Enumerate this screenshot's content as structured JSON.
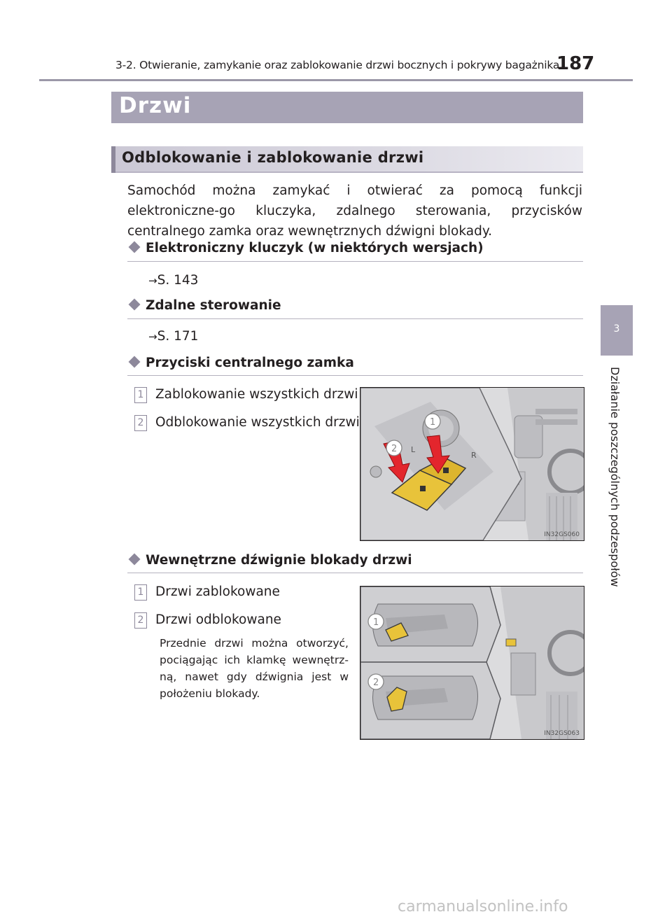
{
  "header": {
    "chapter_title": "3-2. Otwieranie, zamykanie oraz zablokowanie drzwi bocznych i pokrywy bagażnika",
    "page_number": "187"
  },
  "section": {
    "title": "Drzwi"
  },
  "subsection": {
    "title": "Odblokowanie i zablokowanie drzwi"
  },
  "intro": "Samochód można zamykać i otwierać za pomocą funkcji elektroniczne-go kluczyka, zdalnego sterowania, przycisków centralnego zamka oraz wewnętrznych dźwigni blokady.",
  "items": [
    {
      "title": "Elektroniczny kluczyk (w niektórych wersjach)",
      "ref": "S. 143"
    },
    {
      "title": "Zdalne sterowanie",
      "ref": "S. 171"
    },
    {
      "title": "Przyciski centralnego zamka",
      "entries": [
        {
          "num": "1",
          "text": "Zablokowanie wszystkich drzwi"
        },
        {
          "num": "2",
          "text": "Odblokowanie wszystkich drzwi"
        }
      ],
      "figure_code": "IN32GS060"
    },
    {
      "title": "Wewnętrzne dźwignie blokady drzwi",
      "entries": [
        {
          "num": "1",
          "text": "Drzwi zablokowane"
        },
        {
          "num": "2",
          "text": "Drzwi odblokowane"
        }
      ],
      "note": "Przednie drzwi można otworzyć, pociągając ich klamkę wewnętrz-ną, nawet gdy dźwignia jest w położeniu blokady.",
      "figure_code": "IN32GS063"
    }
  ],
  "side_tab": {
    "number": "3",
    "text": "Działanie poszczególnych podzespołów"
  },
  "figure1_labels": {
    "lock": "1",
    "unlock": "2",
    "left": "L",
    "right": "R"
  },
  "figure2_labels": {
    "locked": "1",
    "unlocked": "2"
  },
  "watermark": "carmanualsonline.info",
  "colors": {
    "accent": "#a7a3b5",
    "dark_accent": "#8d889b",
    "highlight": "#e8c33a",
    "arrow": "#e3262d"
  },
  "icons": {
    "ref_arrow": "→",
    "bullet": "diamond"
  }
}
